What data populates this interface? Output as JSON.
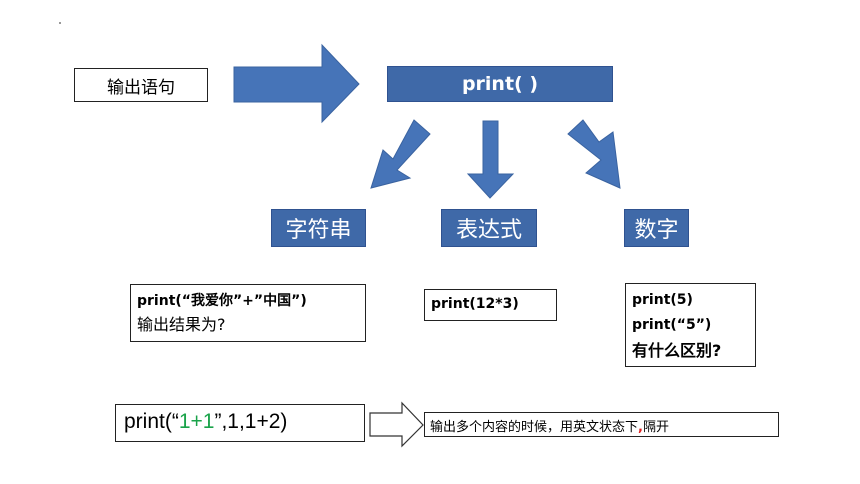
{
  "colors": {
    "blue_fill": "#3f69a8",
    "arrow_fill": "#4674b8",
    "green": "#1aa34a",
    "red": "#e02020"
  },
  "output_stmt_label": "输出语句",
  "print_box_label": "print( )",
  "categories": [
    {
      "label": "字符串"
    },
    {
      "label": "表达式"
    },
    {
      "label": "数字"
    }
  ],
  "example_string": {
    "line1": "print(“我爱你”+”中国”)",
    "line2": "输出结果为?"
  },
  "example_expression": {
    "line1": "print(12*3)"
  },
  "example_number": {
    "line1": "print(5)",
    "line2": "print(“5”)",
    "line3": "有什么区别?"
  },
  "bottom_example": {
    "prefix": "print(“",
    "green_part": "1+1",
    "suffix": "”,1,1+2)"
  },
  "bottom_note": {
    "text_before": "输出多个内容的时候，用英文状态下",
    "red_comma": ",",
    "text_after": "隔开"
  },
  "icons": {
    "big_arrow": "right-block-arrow-icon",
    "down_arrows": "down-arrow-icon",
    "outline_arrow": "outline-right-arrow-icon"
  }
}
